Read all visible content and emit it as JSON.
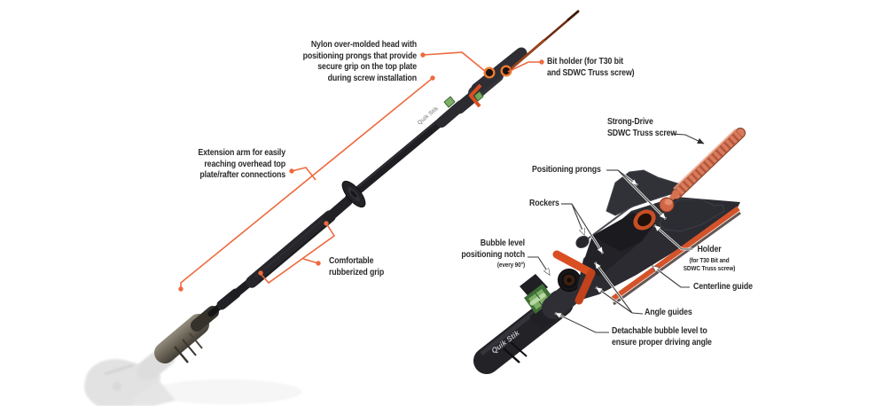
{
  "product_marking": "Quik Stik",
  "colors": {
    "leader_orange": "#ee6a3e",
    "accent_orange": "#d94f22",
    "prong_ring_orange": "#ec7a32",
    "screw_coral": "#d97a5c",
    "level_green": "#7fae66",
    "body_dark": "#26262b",
    "label_text": "#2a2a2a",
    "ghost_gray": "#c6c6c6"
  },
  "left_figure": {
    "nylon_head": {
      "lines": [
        "Nylon over-molded head with",
        "positioning prongs that provide",
        "secure grip on the top plate",
        "during screw installation"
      ]
    },
    "bit_holder": {
      "lines": [
        "Bit holder (for T30 bit",
        "and SDWC Truss screw)"
      ]
    },
    "extension_arm": {
      "lines": [
        "Extension arm for easily",
        "reaching overhead top",
        "plate/rafter connections"
      ]
    },
    "grip": {
      "lines": [
        "Comfortable",
        "rubberized grip"
      ]
    }
  },
  "right_figure": {
    "strong_drive": {
      "lines": [
        "Strong-Drive",
        "SDWC Truss screw"
      ]
    },
    "positioning_prongs": {
      "text": "Positioning prongs"
    },
    "rockers": {
      "text": "Rockers"
    },
    "bubble_notch": {
      "lines": [
        "Bubble level",
        "positioning notch"
      ],
      "note": "(every 90°)"
    },
    "holder": {
      "title": "Holder",
      "note_lines": [
        "(for T30 Bit and",
        "SDWC Truss screw)"
      ]
    },
    "centerline": {
      "text": "Centerline guide"
    },
    "angle_guides": {
      "text": "Angle guides"
    },
    "detachable_level": {
      "lines": [
        "Detachable bubble level to",
        "ensure proper driving angle"
      ]
    }
  }
}
